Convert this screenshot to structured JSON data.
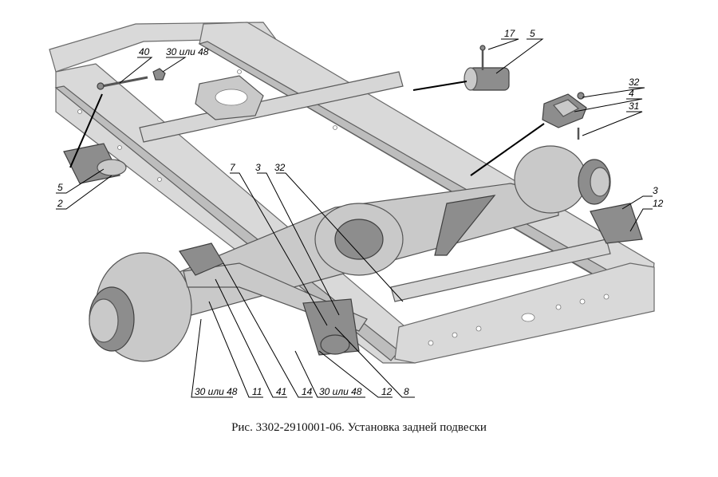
{
  "caption": "Рис. 3302-2910001-06. Установка задней подвески",
  "callouts": [
    {
      "id": "c40",
      "text": "40"
    },
    {
      "id": "c30a",
      "text": "30 или 48"
    },
    {
      "id": "c17",
      "text": "17"
    },
    {
      "id": "c5top",
      "text": "5"
    },
    {
      "id": "c32top",
      "text": "32"
    },
    {
      "id": "c4",
      "text": "4"
    },
    {
      "id": "c31",
      "text": "31"
    },
    {
      "id": "c5l",
      "text": "5"
    },
    {
      "id": "c2",
      "text": "2"
    },
    {
      "id": "c7",
      "text": "7"
    },
    {
      "id": "c3m",
      "text": "3"
    },
    {
      "id": "c32m",
      "text": "32"
    },
    {
      "id": "c3r",
      "text": "3"
    },
    {
      "id": "c12r",
      "text": "12"
    },
    {
      "id": "c30b",
      "text": "30 или 48"
    },
    {
      "id": "c11",
      "text": "11"
    },
    {
      "id": "c41",
      "text": "41"
    },
    {
      "id": "c14",
      "text": "14"
    },
    {
      "id": "c30c",
      "text": "30 или 48"
    },
    {
      "id": "c12b",
      "text": "12"
    },
    {
      "id": "c8",
      "text": "8"
    }
  ]
}
